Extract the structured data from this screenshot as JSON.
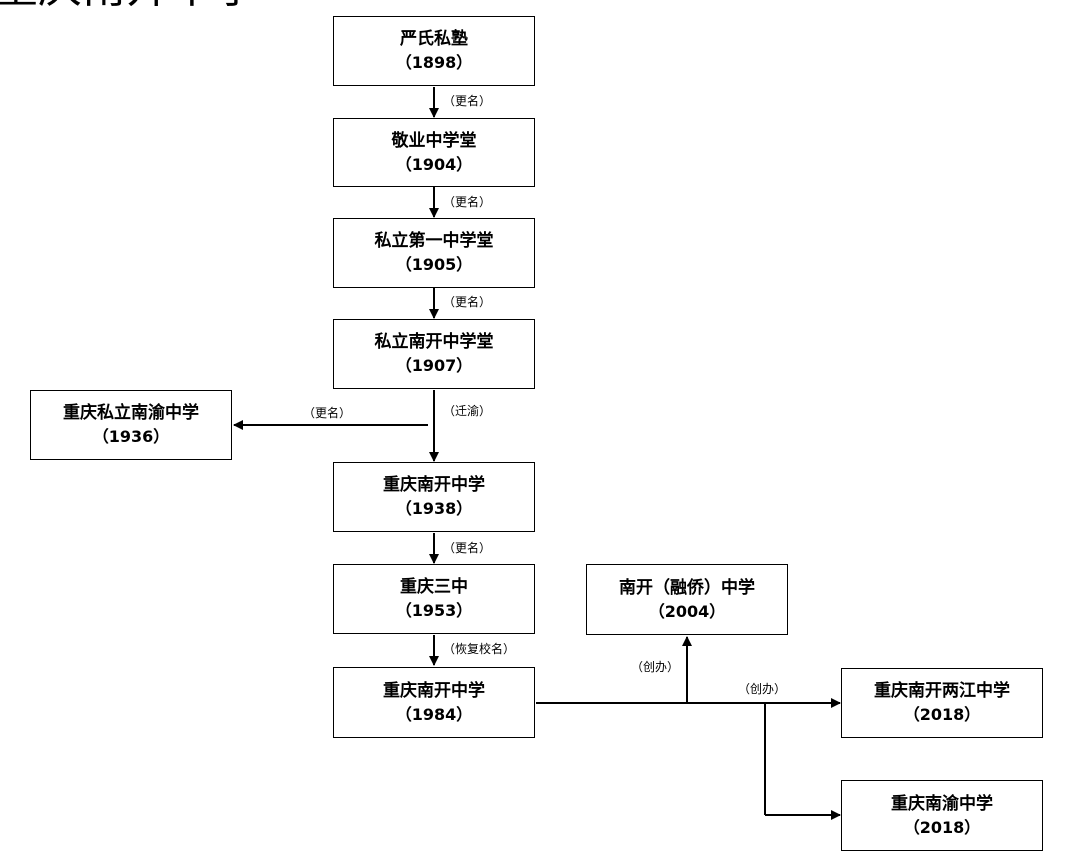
{
  "title": "重庆南开中学",
  "colors": {
    "line": "#000000",
    "box_border": "#000000",
    "background": "#ffffff"
  },
  "nodes": {
    "yan_shi": {
      "name": "严氏私塾",
      "year": "（1898）"
    },
    "jing_ye": {
      "name": "敬业中学堂",
      "year": "（1904）"
    },
    "si_li_di_yi": {
      "name": "私立第一中学堂",
      "year": "（1905）"
    },
    "si_li_nan_kai": {
      "name": "私立南开中学堂",
      "year": "（1907）"
    },
    "nan_yu_1936": {
      "name": "重庆私立南渝中学",
      "year": "（1936）"
    },
    "nan_kai_1938": {
      "name": "重庆南开中学",
      "year": "（1938）"
    },
    "san_zhong": {
      "name": "重庆三中",
      "year": "（1953）"
    },
    "nan_kai_1984": {
      "name": "重庆南开中学",
      "year": "（1984）"
    },
    "rong_qiao": {
      "name": "南开（融侨）中学",
      "year": "（2004）"
    },
    "liang_jiang": {
      "name": "重庆南开两江中学",
      "year": "（2018）"
    },
    "nan_yu_2018": {
      "name": "重庆南渝中学",
      "year": "（2018）"
    }
  },
  "edge_labels": {
    "rename_1": "（更名）",
    "rename_2": "（更名）",
    "rename_3": "（更名）",
    "rename_to_nanyu": "（更名）",
    "relocate": "（迁渝）",
    "rename_4": "（更名）",
    "restore_name": "（恢复校名）",
    "found_rongqiao": "（创办）",
    "found_2018": "（创办）"
  }
}
